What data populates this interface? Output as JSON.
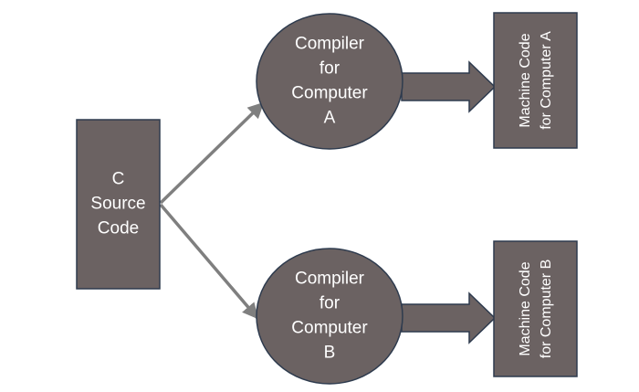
{
  "colors": {
    "node_fill": "#6b6262",
    "node_stroke": "#2e3b4e",
    "connector": "#7f7f7f",
    "text": "#ffffff",
    "background": "#ffffff"
  },
  "nodes": {
    "source": {
      "lines": [
        "C",
        "Source",
        "Code"
      ]
    },
    "compiler_a": {
      "lines": [
        "Compiler",
        "for",
        "Computer",
        "A"
      ]
    },
    "compiler_b": {
      "lines": [
        "Compiler",
        "for",
        "Computer",
        "B"
      ]
    },
    "machine_a": {
      "lines": [
        "Machine Code",
        "for Computer A"
      ]
    },
    "machine_b": {
      "lines": [
        "Machine Code",
        "for Computer B"
      ]
    }
  }
}
